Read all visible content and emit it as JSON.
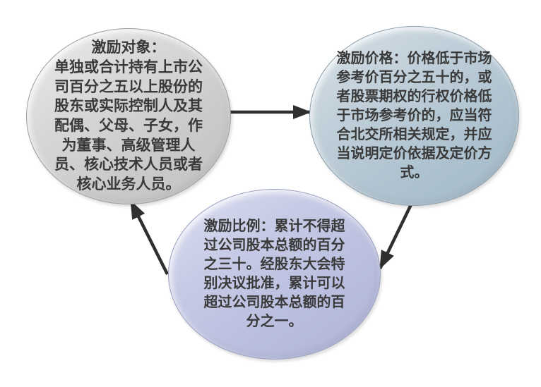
{
  "canvas": {
    "background": "#ffffff"
  },
  "diagram": {
    "description": "three-ellipse cycle diagram about equity incentive rules",
    "text_color": "#3a3a3a",
    "arrow_color": "#2f2f2f",
    "nodes": [
      {
        "id": "incentive-target",
        "title": "激励对象：",
        "body": "单独或合计持有上市公司百分之五以上股份的股东或实际控制人及其配偶、父母、子女，作为董事、高级管理人员、核心技术人员或者核心业务人员。",
        "fill_light": "#ededed",
        "fill_dark": "#c2c2c2",
        "border": "#9d9d9d"
      },
      {
        "id": "incentive-price",
        "text": "激励价格：价格低于市场参考价百分之五十的，或者股票期权的行权价格低于市场参考价的，应当符合北交所相关规定，并应当说明定价依据及定价方式。",
        "fill_light": "#d9e2e8",
        "fill_dark": "#a3b9c8",
        "border": "#8da0ad"
      },
      {
        "id": "incentive-ratio",
        "text": "激励比例：累计不得超过公司股本总额的百分之三十。经股东大会特别决议批准，累计可以超过公司股本总额的百分之一。",
        "fill_light": "#dcdff0",
        "fill_dark": "#afb4d9",
        "border": "#9a9fc0"
      }
    ],
    "connectors": [
      {
        "name": "arrow-target-to-price",
        "from": "incentive-target",
        "to": "incentive-price",
        "direction": "right"
      },
      {
        "name": "arrow-price-to-ratio",
        "from": "incentive-price",
        "to": "incentive-ratio",
        "direction": "down-left"
      },
      {
        "name": "arrow-ratio-to-target",
        "from": "incentive-ratio",
        "to": "incentive-target",
        "direction": "up-left"
      }
    ]
  }
}
